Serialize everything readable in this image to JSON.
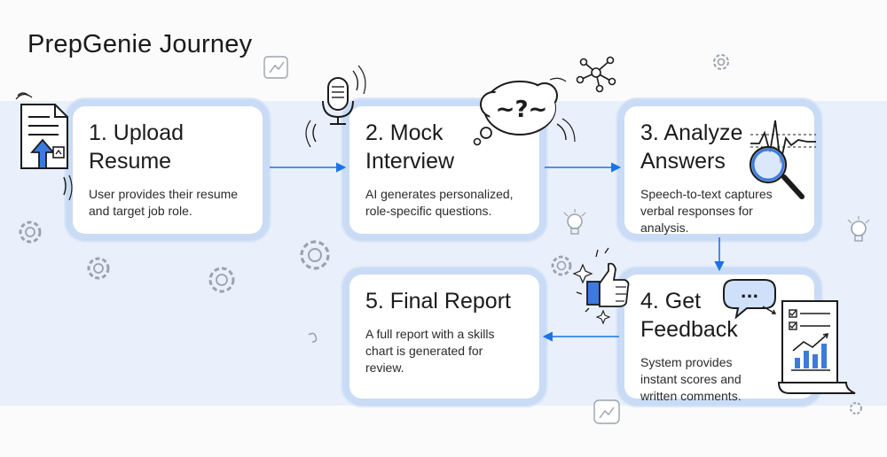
{
  "title": "PrepGenie Journey",
  "steps": [
    {
      "title_line1": "1. Upload",
      "title_line2": "Resume",
      "desc": "User provides their resume and target job role."
    },
    {
      "title_line1": "2. Mock",
      "title_line2": "Interview",
      "desc": "AI generates personalized, role-specific questions."
    },
    {
      "title_line1": "3. Analyze",
      "title_line2": "Answers",
      "desc": "Speech-to-text captures verbal responses for analysis."
    },
    {
      "title_line1": "4. Get",
      "title_line2": "Feedback",
      "desc": "System provides instant scores and written comments."
    },
    {
      "title_line1": "5. Final Report",
      "title_line2": "",
      "desc": "A full report with a skills chart is generated for review."
    }
  ],
  "icons": {
    "question_bubble": "~?~",
    "chat_bubble": "..."
  },
  "colors": {
    "accent": "#1a73e8",
    "card_glow": "#c9dbf5",
    "band": "#e9f0fb",
    "icon_fill": "#3b7be0"
  }
}
